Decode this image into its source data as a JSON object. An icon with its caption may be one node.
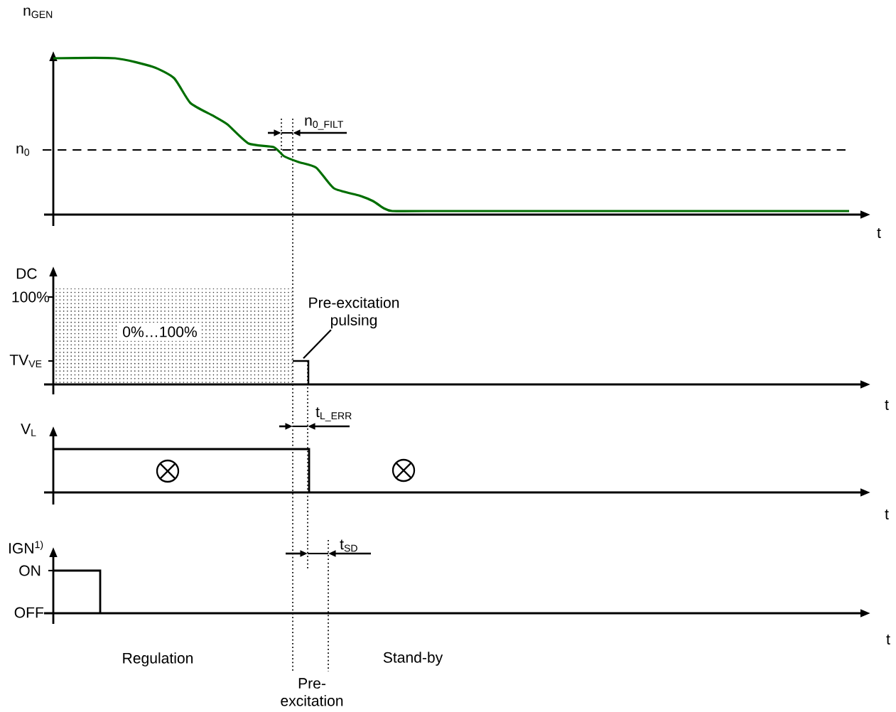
{
  "diagram": {
    "nodes": [
      {
        "text": [
          "Pre-excitation pulsing"
        ]
      },
      {
        "text": [],
        "shape": "bar"
      }
    ],
    "edges": [
      {
        "from": 0,
        "to": 1,
        "arrow": "none"
      }
    ],
    "labels": [
      "n$_{GEN}$",
      "n$_{0_FILT}$",
      "n$_{0}$",
      "t",
      "DC",
      "100%",
      "0%…100%",
      "TV$_{VE}$",
      "t",
      "t$_{L_ERR}$",
      "V$_{L}$",
      "t",
      "IGN$^{1)}$",
      "t$_{SD}$",
      "ON",
      "OFF",
      "t",
      "Regulation",
      "Stand-by",
      "Pre-excitation"
    ]
  }
}
